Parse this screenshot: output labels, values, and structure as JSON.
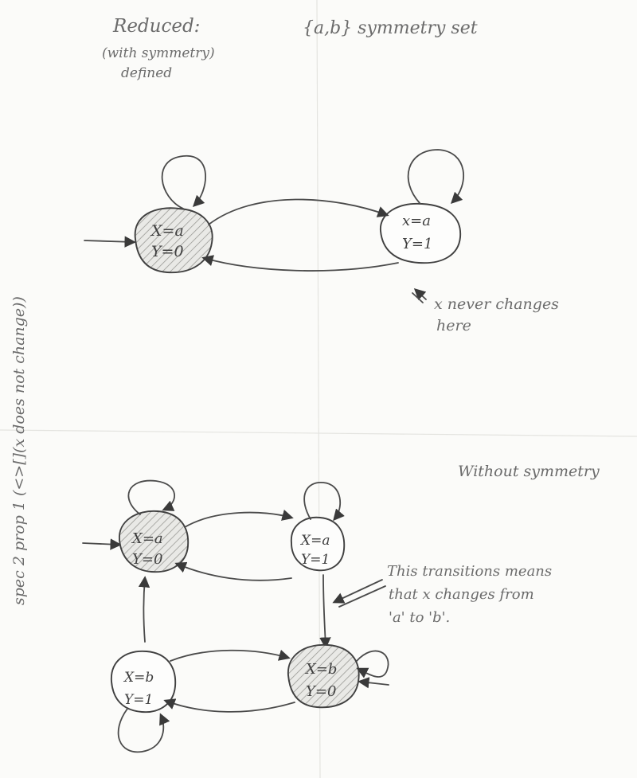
{
  "headings": {
    "reduced": "Reduced:",
    "with_symmetry": "(with symmetry)",
    "defined": "defined",
    "symmetry_set": "{a,b} symmetry set",
    "without_symmetry": "Without symmetry",
    "side_label": "spec 2   prop 1 (<>[](x does not change))"
  },
  "reduced_states": [
    {
      "x": "X=a",
      "y": "Y=0"
    },
    {
      "x": "x=a",
      "y": "Y=1"
    }
  ],
  "full_states": [
    {
      "x": "X=a",
      "y": "Y=0"
    },
    {
      "x": "X=a",
      "y": "Y=1"
    },
    {
      "x": "X=b",
      "y": "Y=0"
    },
    {
      "x": "X=b",
      "y": "Y=1"
    }
  ],
  "annotations": {
    "x_never_1": "x never changes",
    "x_never_2": "here",
    "trans_1": "This transitions means",
    "trans_2": "that x changes from",
    "trans_3": "'a' to 'b'."
  }
}
